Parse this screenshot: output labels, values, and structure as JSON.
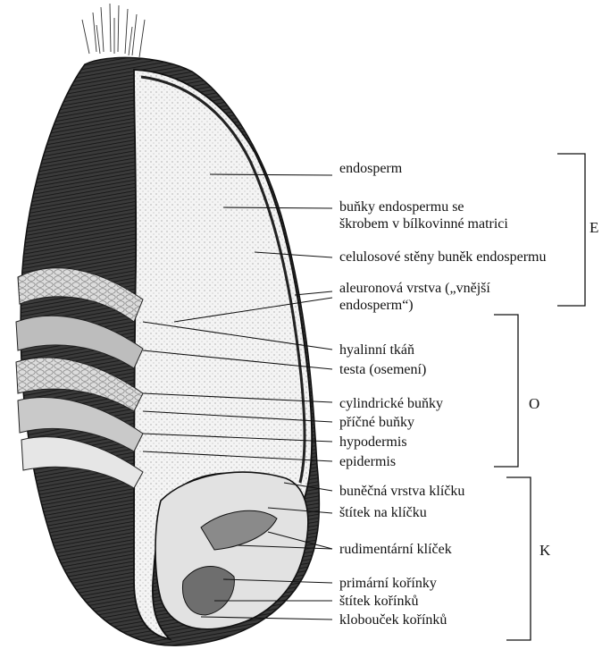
{
  "labels": {
    "endosperm": "endosperm",
    "bunky_1": "buňky endospermu  se",
    "bunky_2": "škrobem v bílkovinné matrici",
    "celulosove": "celulosové stěny buněk endospermu",
    "aleuron_1": "aleuronová vrstva („vnější",
    "aleuron_2": "endosperm“)",
    "hyalinni": "hyalinní tkáň",
    "testa": "testa (osemení)",
    "cylindricke": "cylindrické buňky",
    "pricne": "příčné buňky",
    "hypodermis": "hypodermis",
    "epidermis": "epidermis",
    "bunecna": "buněčná vrstva klíčku",
    "stitek_klicku": "štítek na klíčku",
    "rudimentarni": "rudimentární klíček",
    "primarni": "primární kořínky",
    "stitek_korinku": "štítek kořínků",
    "klobouchek": "klobouček kořínků"
  },
  "groups": {
    "e": "E",
    "o": "O",
    "k": "K"
  },
  "colors": {
    "ink": "#111111",
    "dark_tissue": "#2a2a2a",
    "endosperm_fill": "#efefef",
    "husk_light": "#d8d8d8"
  }
}
